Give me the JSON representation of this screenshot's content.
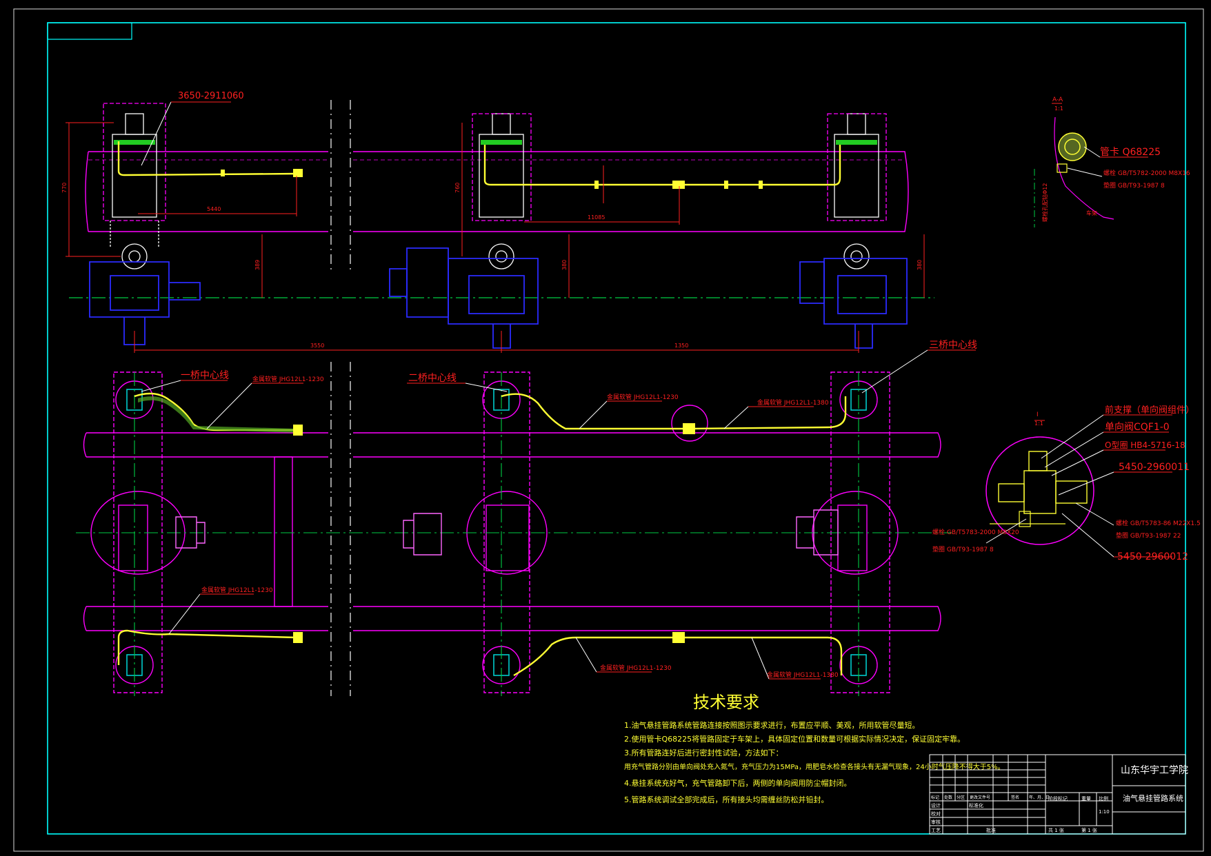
{
  "colors": {
    "background": "#000000",
    "frame": "#00ffff",
    "chassis": "#ff00ff",
    "pipe": "#ffff33",
    "pipe_fill": "#55aa22",
    "leader": "#ffffff",
    "label": "#ff2020",
    "axle": "#2020ff",
    "centerline": "#00cc44",
    "dimension": "#ff2020"
  },
  "labels": {
    "part_cylinder": "3650-2911060",
    "bridge1": "一桥中心线",
    "bridge2": "二桥中心线",
    "bridge3": "三桥中心线",
    "hose_a": "金属软管 JHG12L1-1230",
    "hose_b": "金属软管 JHG12L1-1230",
    "hose_c": "金属软管 JHG12L1-1380",
    "hose_d": "金属软管 JHG12L1-1230",
    "hose_e": "金属软管 JHG12L1-1230",
    "hose_f": "金属软管 JHG12L1-1380"
  },
  "section_aa": {
    "title": "A-A",
    "scale": "1:1",
    "clamp": "管卡 Q68225",
    "bolt": "螺栓 GB/T5782-2000 M8X16",
    "washer": "垫圈 GB/T93-1987 8",
    "side": "螺栓孔配钻Φ12",
    "bottom": "车架"
  },
  "detail_i": {
    "title": "I",
    "scale": "1:1",
    "l1": "前支撑（单向阀组件）",
    "l2": "单向阀CQF1-0",
    "l3": "O型圈 HB4-5716-18",
    "l4": "5450-2960011",
    "l5": "螺栓 GB/T5783-86 M22X1.5",
    "l6": "垫圈 GB/T93-1987 22",
    "l7": "螺栓 GB/T5783-2000 M8X20",
    "l8": "垫圈 GB/T93-1987 8",
    "l9": "5450-2960012"
  },
  "dims": {
    "d1": "770",
    "d2": "5440",
    "d3": "389",
    "d4": "760",
    "d5": "11085",
    "d6": "380",
    "d7": "380",
    "d8": "3550",
    "d9": "1350"
  },
  "tech": {
    "title": "技术要求",
    "items": [
      "1.油气悬挂管路系统管路连接按照图示要求进行，布置应平顺、美观，所用软管尽量短。",
      "2.使用管卡Q68225将管路固定于车架上，具体固定位置和数量可根据实际情况决定，保证固定牢靠。",
      "3.所有管路连好后进行密封性试验，方法如下：",
      "  用充气管路分别由单向阀处充入氮气，充气压力为15MPa，用肥皂水检查各接头有无漏气现象，24小时气压降不得大于5%。",
      "4.悬挂系统充好气，充气管路卸下后，两侧的单向阀用防尘帽封闭。",
      "5.管路系统调试全部完成后，所有接头均需缠丝防松并铅封。"
    ]
  },
  "title_block": {
    "school": "山东华宇工学院",
    "drawing": "油气悬挂管路系统",
    "h1": "标记",
    "h2": "处数",
    "h3": "分区",
    "h4": "更改文件号",
    "h5": "签名",
    "h6": "年、月、日",
    "r1": "设计",
    "r2": "标准化",
    "r3": "校对",
    "r4": "审核",
    "r5": "工艺",
    "r6": "批准",
    "stage": "阶段标记",
    "weight": "重量",
    "ratio": "比例",
    "scale": "1:10",
    "sheets": "共  1  张",
    "sheet": "第  1  张"
  }
}
